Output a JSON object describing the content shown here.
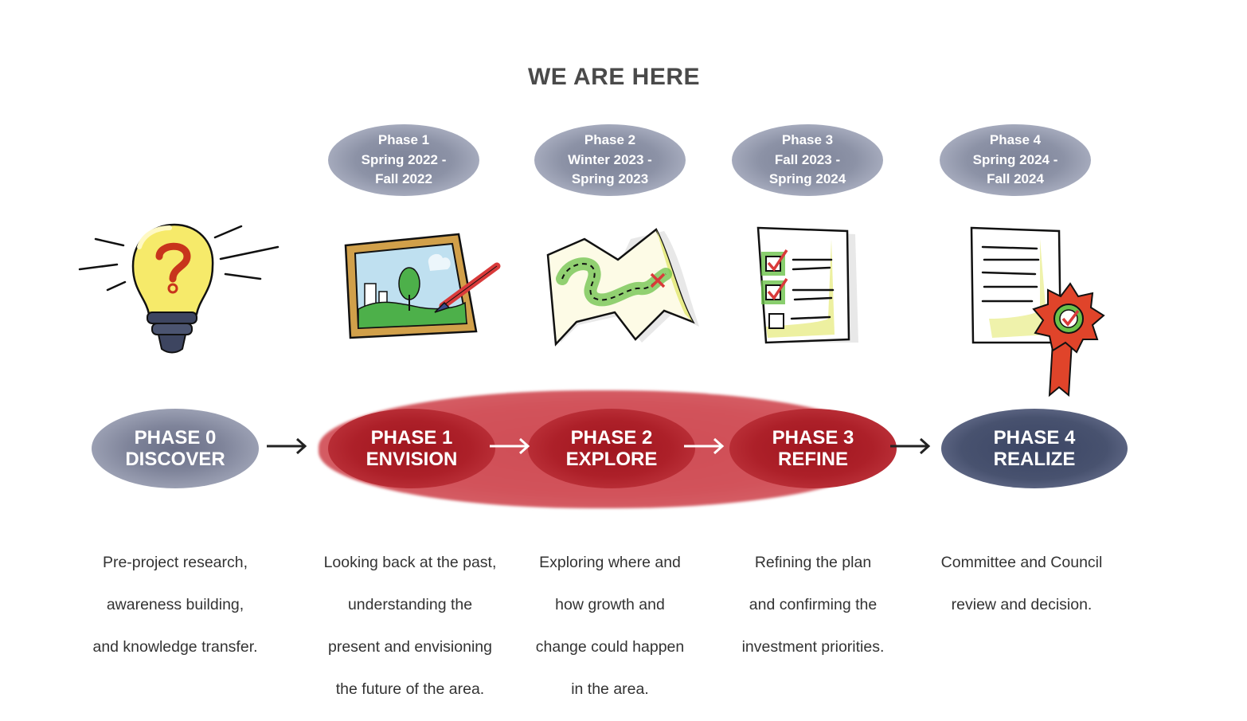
{
  "title": "WE ARE HERE",
  "colors": {
    "grey_blob": "#7f849a",
    "navy_blob": "#48526f",
    "red_highlight": "#d2535b",
    "red_phase": "#ad2029"
  },
  "timings": [
    {
      "lines": [
        "Phase 1",
        "Spring 2022 -",
        "Fall 2022"
      ]
    },
    {
      "lines": [
        "Phase 2",
        "Winter 2023 -",
        "Spring 2023"
      ]
    },
    {
      "lines": [
        "Phase 3",
        "Fall 2023 -",
        "Spring 2024"
      ]
    },
    {
      "lines": [
        "Phase 4",
        "Spring 2024 -",
        "Fall 2024"
      ]
    }
  ],
  "phases": [
    {
      "number": "PHASE 0",
      "name": "DISCOVER",
      "icon": "lightbulb-question-icon",
      "desc": [
        "Pre-project research,",
        "awareness building,",
        "and knowledge transfer."
      ]
    },
    {
      "number": "PHASE 1",
      "name": "ENVISION",
      "icon": "painting-frame-icon",
      "desc": [
        "Looking back at the past,",
        "understanding the",
        "present and envisioning",
        "the future of the area."
      ]
    },
    {
      "number": "PHASE 2",
      "name": "EXPLORE",
      "icon": "treasure-map-icon",
      "desc": [
        "Exploring where and",
        "how growth and",
        "change could happen",
        "in the area."
      ]
    },
    {
      "number": "PHASE 3",
      "name": "REFINE",
      "icon": "checklist-icon",
      "desc": [
        "Refining the plan",
        "and confirming the",
        "investment priorities."
      ]
    },
    {
      "number": "PHASE 4",
      "name": "REALIZE",
      "icon": "certificate-ribbon-icon",
      "desc": [
        "Committee and Council",
        "review and decision."
      ]
    }
  ]
}
